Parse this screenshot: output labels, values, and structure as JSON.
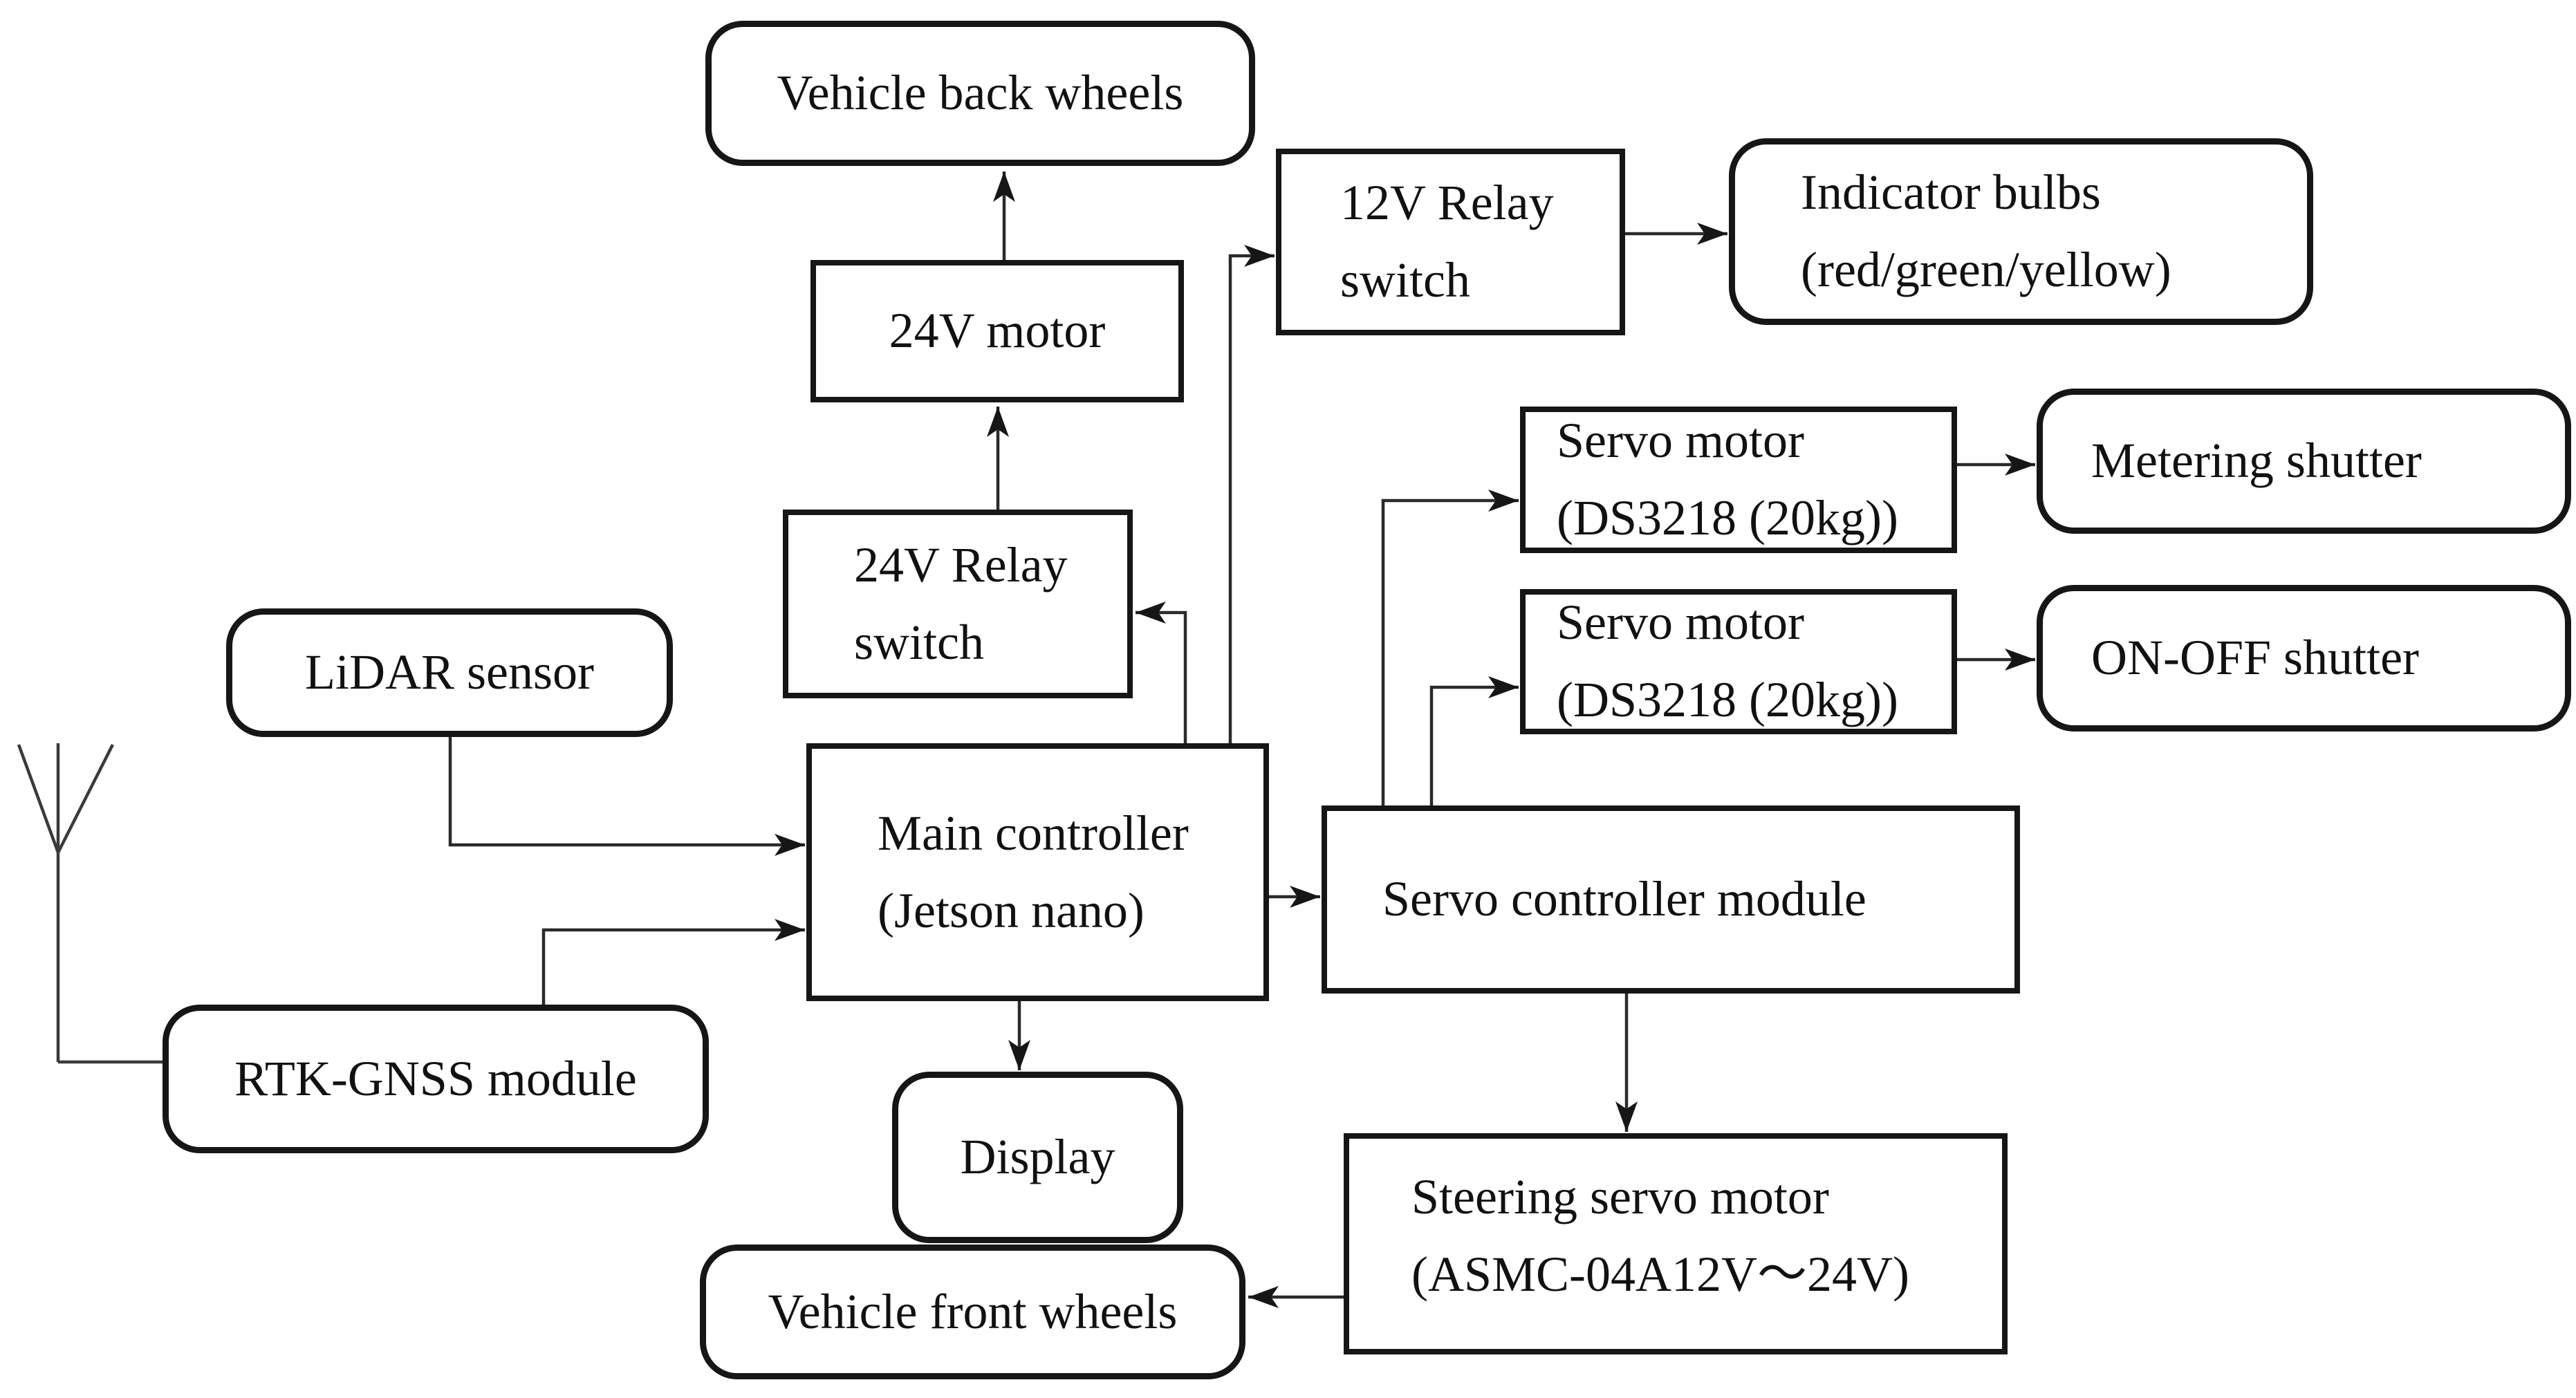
{
  "diagram": {
    "description": "Block diagram of autonomous vehicle control hardware",
    "colors": {
      "background": "#ffffff",
      "line": "#2a2a2a",
      "box_border": "#161616",
      "text": "#111111"
    }
  },
  "nodes": {
    "vehicle_back_wheels": {
      "label": "Vehicle back wheels",
      "shape": "rounded"
    },
    "motor_24v": {
      "label": "24V motor",
      "shape": "rect"
    },
    "relay_24v": {
      "label": "24V Relay\nswitch",
      "shape": "rect"
    },
    "relay_12v": {
      "label": "12V Relay\nswitch",
      "shape": "rect"
    },
    "indicator_bulbs": {
      "label": "Indicator bulbs\n(red/green/yellow)",
      "shape": "rounded"
    },
    "servo_motor_1": {
      "label": "Servo motor\n(DS3218 (20kg))",
      "shape": "rect"
    },
    "metering_shutter": {
      "label": "Metering shutter",
      "shape": "rounded"
    },
    "servo_motor_2": {
      "label": "Servo motor\n(DS3218 (20kg))",
      "shape": "rect"
    },
    "on_off_shutter": {
      "label": "ON-OFF shutter",
      "shape": "rounded"
    },
    "main_controller": {
      "label": "Main controller\n(Jetson nano)",
      "shape": "rect"
    },
    "servo_controller": {
      "label": "Servo controller module",
      "shape": "rect"
    },
    "lidar": {
      "label": "LiDAR sensor",
      "shape": "rounded"
    },
    "rtk": {
      "label": "RTK-GNSS module",
      "shape": "rounded"
    },
    "display": {
      "label": "Display",
      "shape": "rounded"
    },
    "front_wheels": {
      "label": "Vehicle front wheels",
      "shape": "rounded"
    },
    "steering_servo": {
      "label": "Steering servo motor\n(ASMC-04A12V～24V)",
      "shape": "rect"
    }
  },
  "edges": [
    {
      "from": "motor_24v",
      "to": "vehicle_back_wheels"
    },
    {
      "from": "relay_24v",
      "to": "motor_24v"
    },
    {
      "from": "main_controller",
      "to": "relay_24v"
    },
    {
      "from": "main_controller",
      "to": "relay_12v"
    },
    {
      "from": "relay_12v",
      "to": "indicator_bulbs"
    },
    {
      "from": "main_controller",
      "to": "servo_controller"
    },
    {
      "from": "main_controller",
      "to": "display"
    },
    {
      "from": "servo_controller",
      "to": "servo_motor_1"
    },
    {
      "from": "servo_controller",
      "to": "servo_motor_2"
    },
    {
      "from": "servo_motor_1",
      "to": "metering_shutter"
    },
    {
      "from": "servo_motor_2",
      "to": "on_off_shutter"
    },
    {
      "from": "servo_controller",
      "to": "steering_servo"
    },
    {
      "from": "steering_servo",
      "to": "front_wheels"
    },
    {
      "from": "lidar",
      "to": "main_controller"
    },
    {
      "from": "rtk",
      "to": "main_controller"
    },
    {
      "from": "antenna",
      "to": "rtk"
    }
  ]
}
